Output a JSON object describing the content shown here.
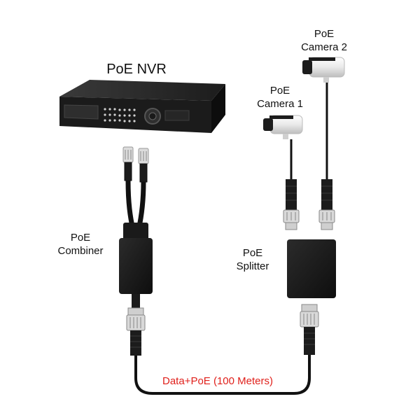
{
  "labels": {
    "nvr": "PoE NVR",
    "camera2": [
      "PoE",
      "Camera 2"
    ],
    "camera1": [
      "PoE",
      "Camera 1"
    ],
    "combiner": [
      "PoE",
      "Combiner"
    ],
    "splitter": [
      "PoE",
      "Splitter"
    ],
    "cable": "Data+PoE (100 Meters)"
  },
  "colors": {
    "device_body": "#1b1b1b",
    "device_face": "#2a2a2a",
    "cable": "#111111",
    "camera_body": "#f2f2f2",
    "caption": "#e0201b",
    "text": "#111111"
  },
  "icons": [
    "nvr-icon",
    "camera-icon",
    "rj45-connector-icon",
    "combiner-icon",
    "splitter-icon"
  ]
}
